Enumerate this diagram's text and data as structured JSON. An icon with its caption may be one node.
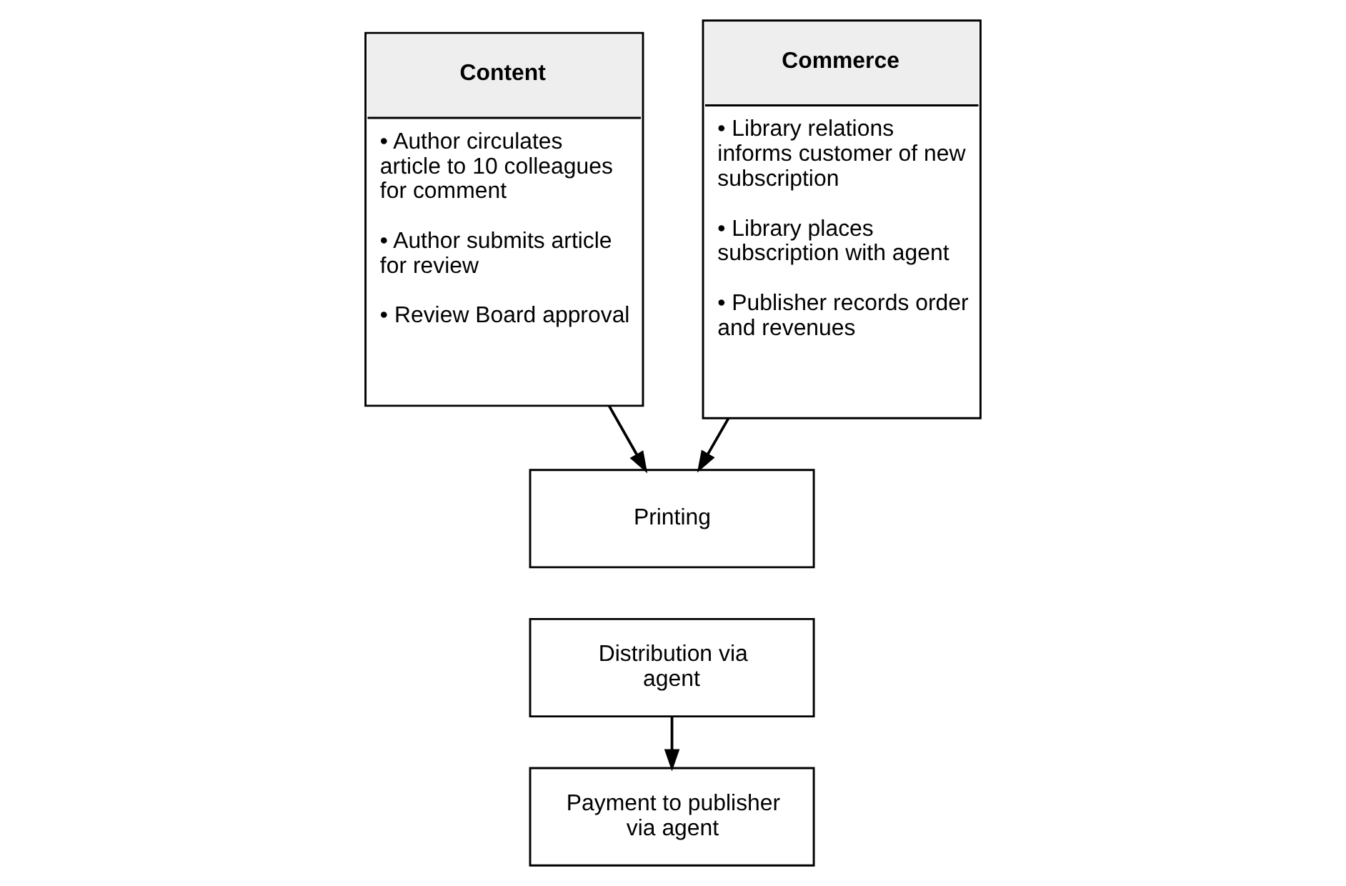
{
  "diagram": {
    "nodes": [
      {
        "text": [
          "Content",
          "• Author circulates article to 10 colleagues for comment",
          "• Author submits article for review",
          "• Review Board approval"
        ]
      },
      {
        "text": [
          "Commerce",
          "• Library relations informs customer of new subscription",
          "• Library places subscription with agent",
          "• Publisher records order and revenues"
        ]
      },
      {
        "text": [
          "Printing"
        ]
      },
      {
        "text": [
          "Distribution via agent"
        ]
      },
      {
        "text": [
          "Payment to publisher via agent"
        ]
      }
    ],
    "edges": [
      {
        "from": 0,
        "to": 2,
        "arrow": "to"
      },
      {
        "from": 1,
        "to": 2,
        "arrow": "to"
      },
      {
        "from": 3,
        "to": 4,
        "arrow": "to"
      }
    ]
  }
}
